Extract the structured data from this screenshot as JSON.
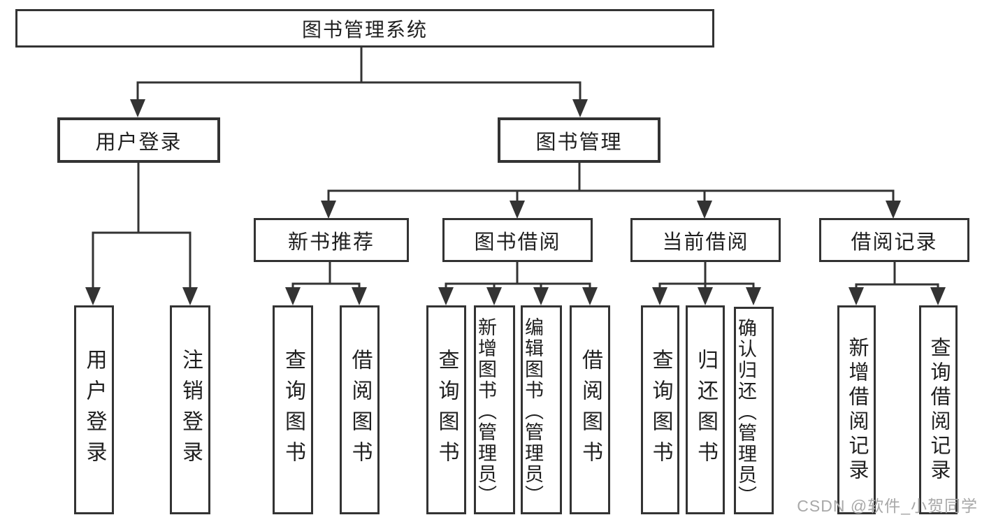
{
  "diagram": {
    "root": {
      "label": "图书管理系统"
    },
    "level2": [
      {
        "id": "user-login",
        "label": "用户登录"
      },
      {
        "id": "book-management",
        "label": "图书管理"
      }
    ],
    "level3": [
      {
        "id": "new-book-recommend",
        "label": "新书推荐"
      },
      {
        "id": "book-borrowing",
        "label": "图书借阅"
      },
      {
        "id": "current-borrowing",
        "label": "当前借阅"
      },
      {
        "id": "borrowing-records",
        "label": "借阅记录"
      }
    ],
    "leaves": [
      {
        "id": "user-login",
        "label": "用户登录"
      },
      {
        "id": "logout",
        "label": "注销登录"
      },
      {
        "id": "query-books-1",
        "label": "查询图书"
      },
      {
        "id": "borrow-books-1",
        "label": "借阅图书"
      },
      {
        "id": "query-books-2",
        "label": "查询图书"
      },
      {
        "id": "add-book-admin",
        "label": "新增图书（管理员）"
      },
      {
        "id": "edit-book-admin",
        "label": "编辑图书（管理员）"
      },
      {
        "id": "borrow-books-2",
        "label": "借阅图书"
      },
      {
        "id": "query-books-3",
        "label": "查询图书"
      },
      {
        "id": "return-book",
        "label": "归还图书"
      },
      {
        "id": "confirm-return-admin",
        "label": "确认归还（管理员）"
      },
      {
        "id": "add-borrow-record",
        "label": "新增借阅记录"
      },
      {
        "id": "query-borrow-record",
        "label": "查询借阅记录"
      }
    ]
  },
  "watermark": "CSDN @软件_小贺同学"
}
